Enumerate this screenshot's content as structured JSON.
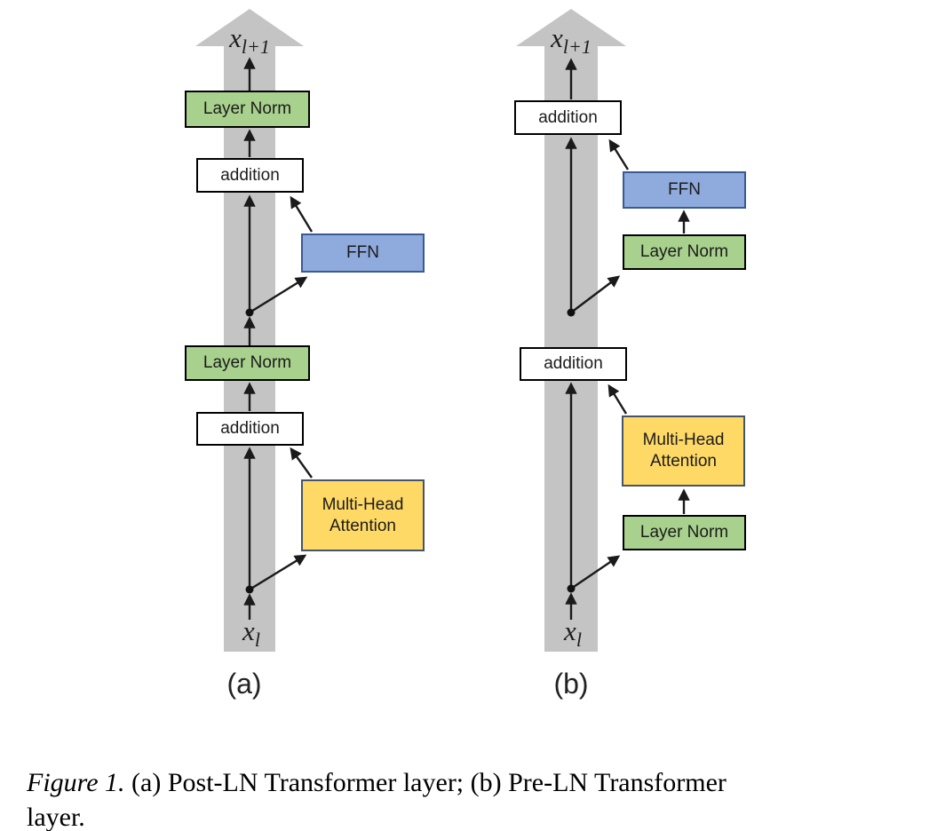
{
  "labels": {
    "layer_norm": "Layer Norm",
    "addition": "addition",
    "ffn": "FFN",
    "mha_line1": "Multi-Head",
    "mha_line2": "Attention",
    "input_base": "x",
    "input_sub": "l",
    "output_base": "x",
    "output_sub": "l+1",
    "panel_a": "(a)",
    "panel_b": "(b)"
  },
  "caption": {
    "figure_label": "Figure 1.",
    "line1": "(a) Post-LN Transformer layer; (b) Pre-LN Transformer",
    "line2": "layer."
  },
  "colors": {
    "layer_norm_fill": "#a9d18e",
    "ffn_fill": "#8faadc",
    "ffn_border": "#3b5a92",
    "mha_fill": "#ffd966",
    "mha_border": "#44546a",
    "band_gray": "#c4c4c4"
  }
}
